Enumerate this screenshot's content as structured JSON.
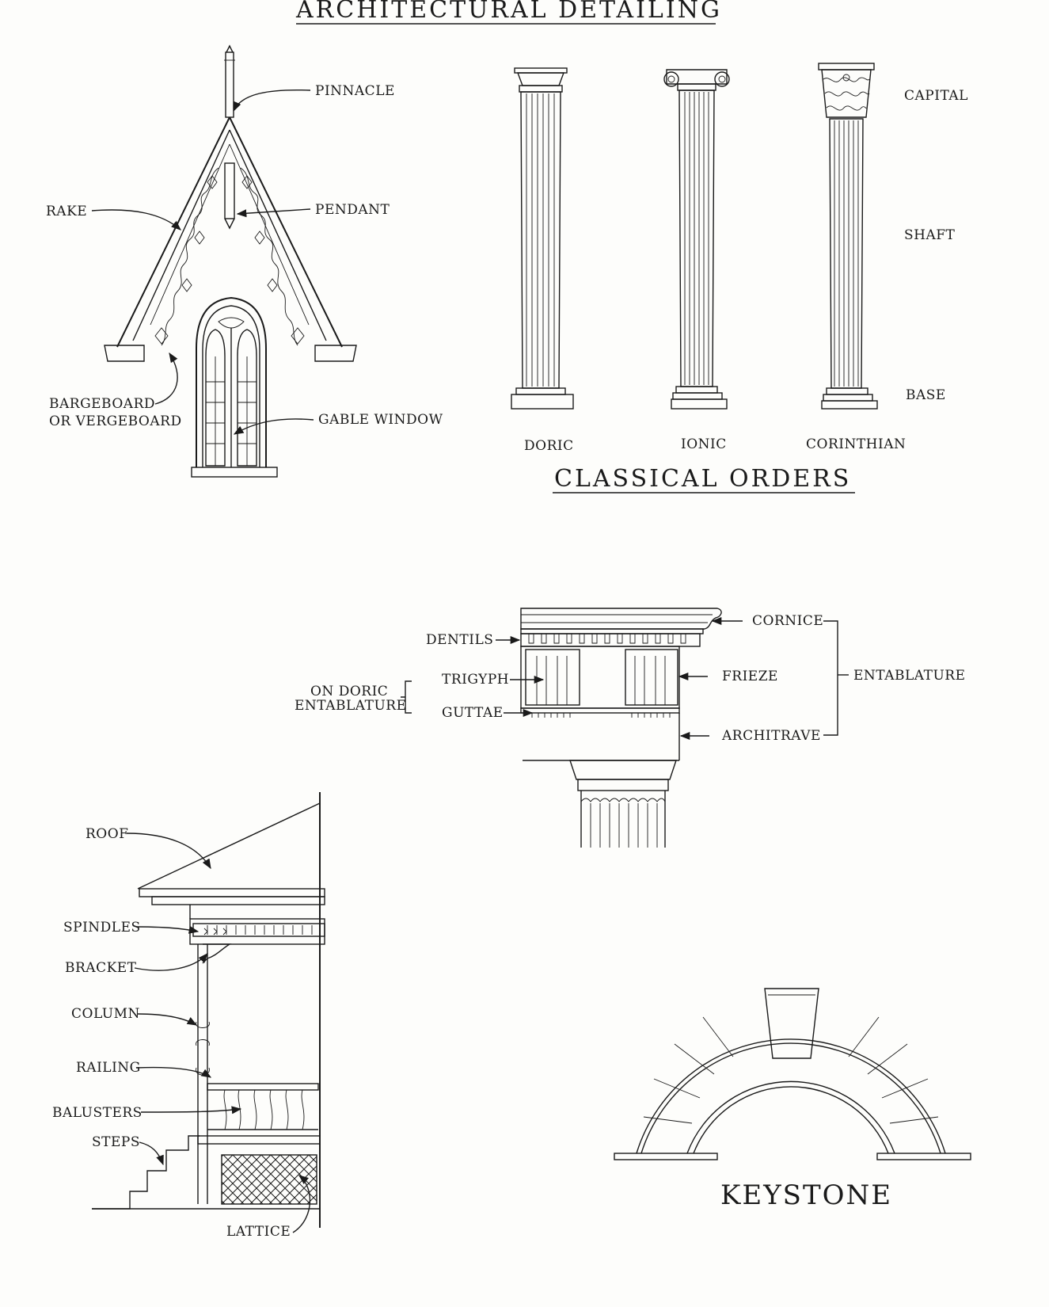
{
  "title": "ARCHITECTURAL DETAILING",
  "gable": {
    "pinnacle": "PINNACLE",
    "rake": "RAKE",
    "pendant": "PENDANT",
    "bargeboard_line1": "BARGEBOARD",
    "bargeboard_line2": "OR VERGEBOARD",
    "gable_window": "GABLE WINDOW"
  },
  "orders": {
    "title": "CLASSICAL ORDERS",
    "capital": "CAPITAL",
    "shaft": "SHAFT",
    "base": "BASE",
    "doric": "DORIC",
    "ionic": "IONIC",
    "corinthian": "CORINTHIAN"
  },
  "entablature": {
    "cornice": "CORNICE",
    "dentils": "DENTILS",
    "frieze": "FRIEZE",
    "entablature": "ENTABLATURE",
    "trigyph": "TRIGYPH",
    "guttae": "GUTTAE",
    "architrave": "ARCHITRAVE",
    "on_doric_line1": "ON DORIC",
    "on_doric_line2": "ENTABLATURE"
  },
  "porch": {
    "roof": "ROOF",
    "spindles": "SPINDLES",
    "bracket": "BRACKET",
    "column": "COLUMN",
    "railing": "RAILING",
    "balusters": "BALUSTERS",
    "steps": "STEPS",
    "lattice": "LATTICE"
  },
  "keystone": "KEYSTONE"
}
